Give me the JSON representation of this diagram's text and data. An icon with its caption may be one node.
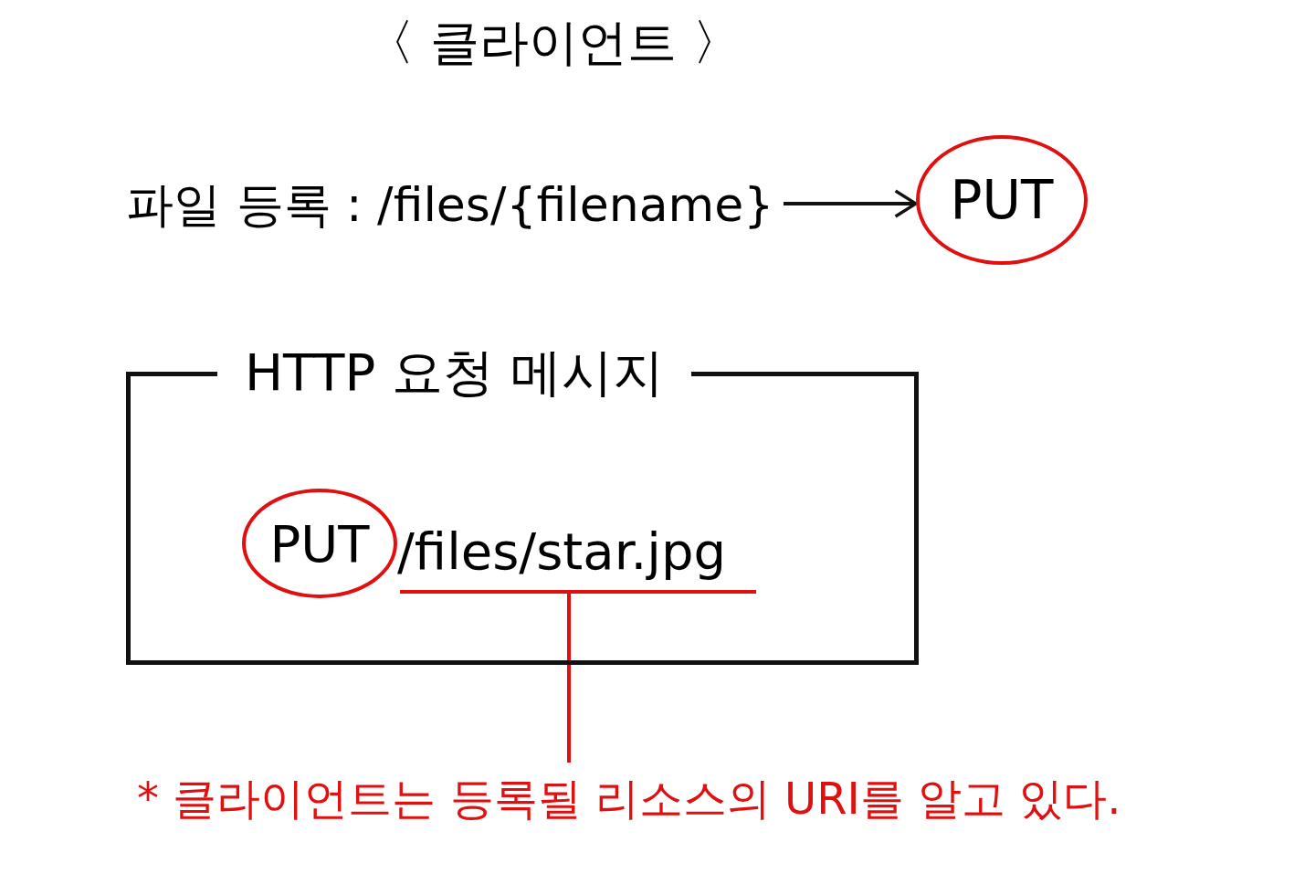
{
  "diagram": {
    "title": "〈 클라이언트 〉",
    "nodes": [
      {
        "text": [
          "파일 등록 : /files/{filename}"
        ]
      },
      {
        "text": [
          "PUT"
        ]
      },
      {
        "text": [
          "HTTP 요청 메시지"
        ]
      },
      {
        "text": [
          "PUT"
        ],
        "in": 2
      },
      {
        "text": [
          "/files/star.jpg"
        ],
        "in": 2
      },
      {
        "text": [
          "* 클라이언트는 등록될 리소스의 URI를 알고 있다."
        ]
      }
    ],
    "edges": [
      {
        "from": 0,
        "to": 1,
        "arrow": "to"
      },
      {
        "from": 5,
        "to": 4,
        "arrow": "none",
        "color": "#e01010"
      }
    ]
  }
}
